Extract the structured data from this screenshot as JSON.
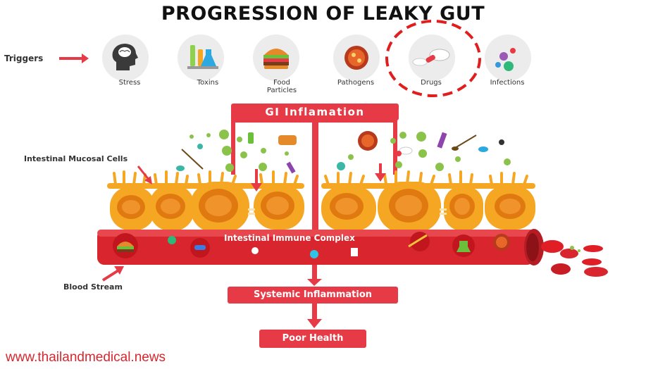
{
  "title": "PROGRESSION OF LEAKY GUT",
  "triggers_label": "Triggers",
  "triggers": [
    {
      "label": "Stress",
      "icon": "brain-icon"
    },
    {
      "label": "Toxins",
      "icon": "flask-icon"
    },
    {
      "label": "Food\nParticles",
      "icon": "burger-icon"
    },
    {
      "label": "Pathogens",
      "icon": "virus-icon"
    },
    {
      "label": "Drugs",
      "icon": "pills-icon",
      "highlighted": true
    },
    {
      "label": "Infections",
      "icon": "bacteria-icon"
    }
  ],
  "gi_inflammation": "GI Inflamation",
  "intestinal_mucosal_cells": "Intestinal Mucosal Cells",
  "intestinal_immune_complex": "Intestinal Immune Complex",
  "blood_stream": "Blood Stream",
  "systemic_inflammation": "Systemic Inflammation",
  "poor_health": "Poor Health",
  "footer": "www.thailandmedical.news",
  "colors": {
    "accent": "#e63b46",
    "cell": "#f5a623",
    "nucleus": "#e07a10",
    "vessel": "#d9252d",
    "highlight": "#e01e1e"
  }
}
